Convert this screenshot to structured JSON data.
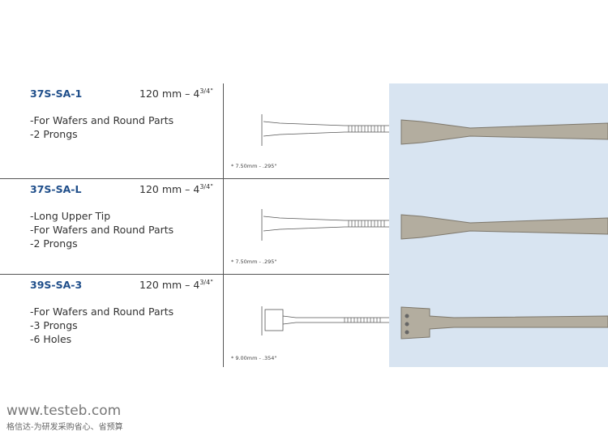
{
  "products": [
    {
      "code": "37S-SA-1",
      "size": "120 mm – 4",
      "size_frac": "3/4",
      "size_unit": "\"",
      "features": [
        "-For Wafers and Round Parts",
        "-2 Prongs"
      ],
      "dimension": "* 7.50mm - .295\""
    },
    {
      "code": "37S-SA-L",
      "size": "120 mm – 4",
      "size_frac": "3/4",
      "size_unit": "\"",
      "features": [
        "-Long Upper Tip",
        "-For Wafers and Round Parts",
        "-2 Prongs"
      ],
      "dimension": "* 7.50mm - .295\""
    },
    {
      "code": "39S-SA-3",
      "size": "120 mm – 4",
      "size_frac": "3/4",
      "size_unit": "\"",
      "features": [
        "-For Wafers and Round Parts",
        "-3 Prongs",
        "-6 Holes"
      ],
      "dimension": "* 9.00mm - .354\""
    }
  ],
  "footer": {
    "url": "www.testeb.com",
    "slogan": "格信达-为研发采购省心、省预算"
  }
}
